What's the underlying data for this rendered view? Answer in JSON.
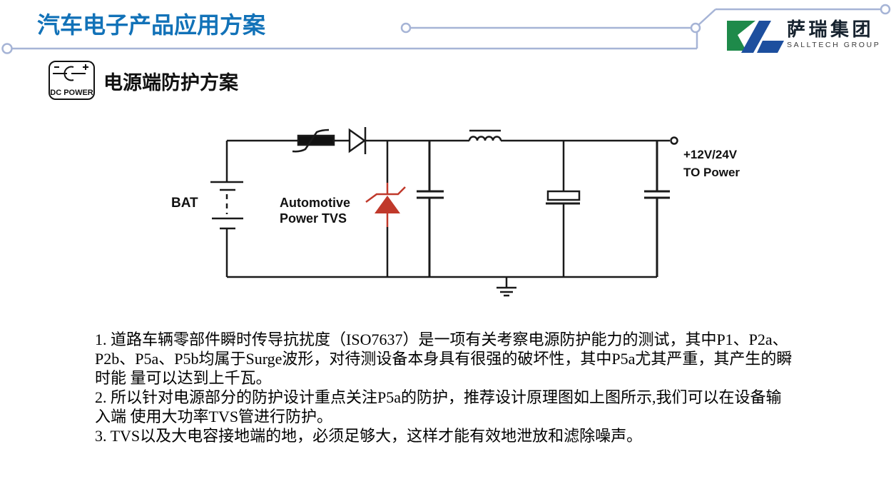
{
  "header": {
    "title": "汽车电子产品应用方案",
    "logo": {
      "name_cn": "萨瑞集团",
      "name_en": "SALLTECH GROUP"
    }
  },
  "colors": {
    "title_blue": "#1272b8",
    "logo_green": "#1e8a4a",
    "logo_blue": "#1d4f9e",
    "tvs_red": "#c0392b",
    "deco_line": "#a6b4d6"
  },
  "section": {
    "icon_label": "DC POWER",
    "heading": "电源端防护方案"
  },
  "circuit": {
    "labels": {
      "battery": "BAT",
      "tvs_line1": "Automotive",
      "tvs_line2": "Power TVS",
      "output_line1": "+12V/24V",
      "output_line2": "TO Power"
    }
  },
  "notes": {
    "lines": [
      "1. 道路车辆零部件瞬时传导抗扰度（ISO7637）是一项有关考察电源防护能力的测试，其中P1、P2a、",
      "P2b、P5a、P5b均属于Surge波形，对待测设备本身具有很强的破坏性，其中P5a尤其严重，其产生的瞬",
      "时能 量可以达到上千瓦。",
      "2. 所以针对电源部分的防护设计重点关注P5a的防护，推荐设计原理图如上图所示,我们可以在设备输",
      "入端 使用大功率TVS管进行防护。",
      "3. TVS以及大电容接地端的地，必须足够大，这样才能有效地泄放和滤除噪声。"
    ]
  }
}
